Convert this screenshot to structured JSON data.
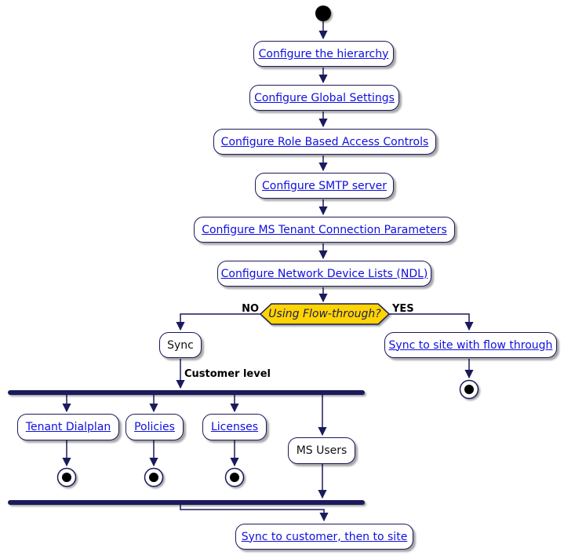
{
  "colors": {
    "navy": "#1a1a5c",
    "link_blue": "#0f0fe0",
    "decision_fill": "#ffd400",
    "background": "#ffffff"
  },
  "flow": {
    "setup_steps": [
      "Configure the hierarchy",
      "Configure Global Settings",
      "Configure Role Based Access Controls",
      "Configure SMTP server",
      "Configure MS Tenant Connection Parameters",
      "Configure Network Device Lists (NDL)"
    ],
    "decision": {
      "question": "Using Flow-through?",
      "no_label": "NO",
      "yes_label": "YES"
    },
    "no_branch": {
      "sync_step": "Sync",
      "fork_label": "Customer level",
      "parallel_steps": [
        "Tenant Dialplan",
        "Policies",
        "Licenses",
        "MS Users"
      ],
      "final_step": "Sync to customer, then to site"
    },
    "yes_branch": {
      "step": "Sync to site with flow through"
    }
  }
}
